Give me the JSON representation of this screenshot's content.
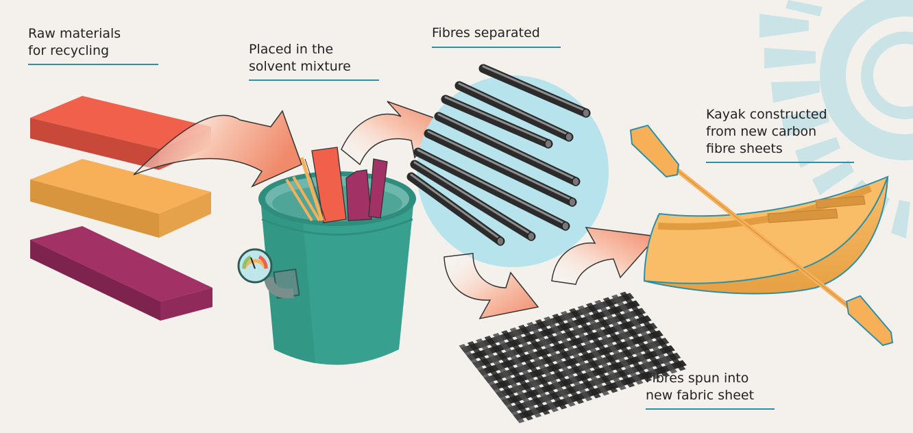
{
  "labels": {
    "raw_materials": [
      "Raw materials",
      "for recycling"
    ],
    "solvent": [
      "Placed in the",
      "solvent mixture"
    ],
    "separated": [
      "Fibres separated"
    ],
    "kayak": [
      "Kayak constructed",
      "from new carbon",
      "fibre sheets"
    ],
    "fabric": [
      "Fibres spun into",
      "new fabric sheet"
    ]
  },
  "colors": {
    "background": "#f4f1ed",
    "rule": "#2a8fa8",
    "sheet_red": "#f0604b",
    "sheet_orange": "#f7b057",
    "sheet_purple": "#a23165",
    "bucket": "#37a08f",
    "fibre_circle": "#b6e3ec",
    "kayak": "#f7b057",
    "arrow": "#f29678"
  }
}
